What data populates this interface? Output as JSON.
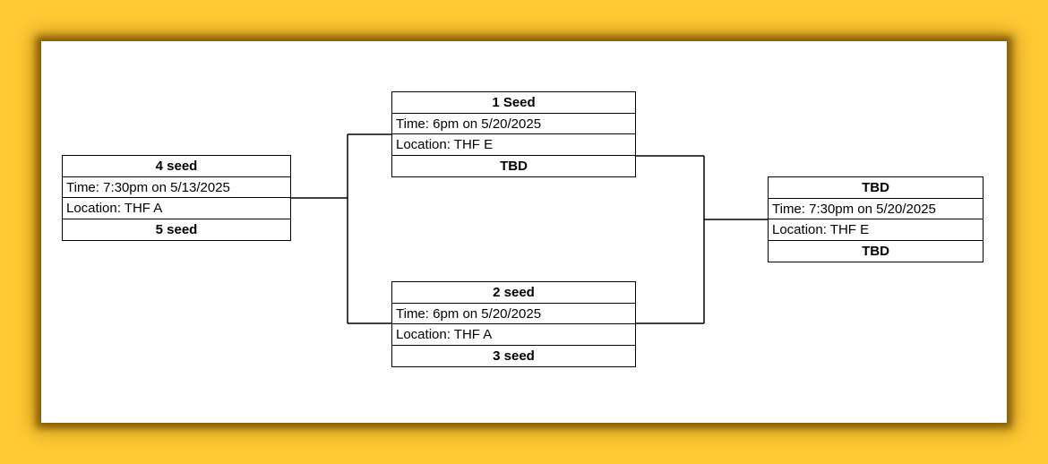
{
  "bracket": {
    "quarterfinal": {
      "team_top": "4 seed",
      "time": "Time: 7:30pm on 5/13/2025",
      "location": "Location: THF A",
      "team_bottom": "5 seed"
    },
    "semifinal_top": {
      "team_top": "1 Seed",
      "time": "Time: 6pm on 5/20/2025",
      "location": "Location: THF E",
      "team_bottom": "TBD"
    },
    "semifinal_bottom": {
      "team_top": "2 seed",
      "time": "Time: 6pm on 5/20/2025",
      "location": "Location: THF A",
      "team_bottom": "3 seed"
    },
    "final": {
      "team_top": "TBD",
      "time": "Time: 7:30pm on 5/20/2025",
      "location": "Location: THF E",
      "team_bottom": "TBD"
    }
  },
  "colors": {
    "frame_background": "#ffcb35",
    "panel_background": "#ffffff",
    "line_color": "#000000"
  }
}
